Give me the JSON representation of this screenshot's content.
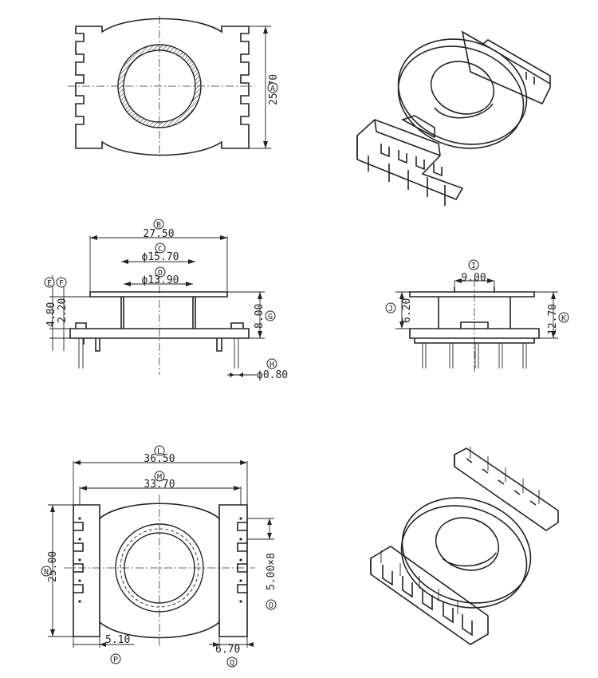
{
  "drawing": {
    "top_view": {
      "dim_A": {
        "value": "25.70",
        "label": "A"
      }
    },
    "front_view": {
      "dim_B": {
        "value": "27.50",
        "label": "B"
      },
      "dim_C": {
        "value": "ϕ15.70",
        "label": "C"
      },
      "dim_D": {
        "value": "ϕ13.90",
        "label": "D"
      },
      "dim_E": {
        "value": "4.80",
        "label": "E"
      },
      "dim_F": {
        "value": "2.20",
        "label": "F"
      },
      "dim_G": {
        "value": "8.00",
        "label": "G"
      },
      "dim_H": {
        "value": "ϕ0.80",
        "label": "H"
      }
    },
    "side_view": {
      "dim_I": {
        "value": "9.00",
        "label": "I"
      },
      "dim_J": {
        "value": "6.20",
        "label": "J"
      },
      "dim_K": {
        "value": "12.70",
        "label": "K"
      }
    },
    "bottom_view": {
      "dim_L": {
        "value": "36.50",
        "label": "L"
      },
      "dim_M": {
        "value": "33.70",
        "label": "M"
      },
      "dim_N": {
        "value": "25.00",
        "label": "N"
      },
      "dim_O": {
        "value": "5.00×8",
        "label": "O"
      },
      "dim_P": {
        "value": "5.10",
        "label": "P"
      },
      "dim_Q": {
        "value": "6.70",
        "label": "Q"
      }
    }
  }
}
